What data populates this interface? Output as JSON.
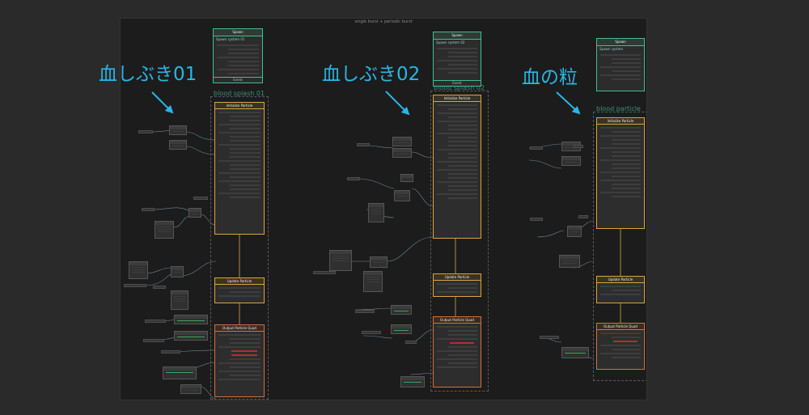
{
  "graph": {
    "title": "single burst + periodic burst"
  },
  "callouts": [
    {
      "label": "血しぶき01"
    },
    {
      "label": "血しぶき02"
    },
    {
      "label": "血の粒"
    }
  ],
  "groups": [
    {
      "title": "blood splash 01"
    },
    {
      "title": "blood splash 02"
    },
    {
      "title": "blood particle"
    }
  ],
  "contexts": {
    "spawn": {
      "header": "Spawn",
      "system_01": "Spawn system 01",
      "system_02": "Spawn system 02",
      "system_03": "Spawn system"
    },
    "event": "Event",
    "initialize": "Initialize Particle",
    "update": "Update Particle",
    "output": "Output Particle Quad"
  },
  "colors": {
    "accent": "#29b6e6",
    "context_spawn": "#3fbf8f",
    "context_block": "#e0a23a",
    "output_block": "#d07040",
    "background": "#1c1c1c"
  }
}
